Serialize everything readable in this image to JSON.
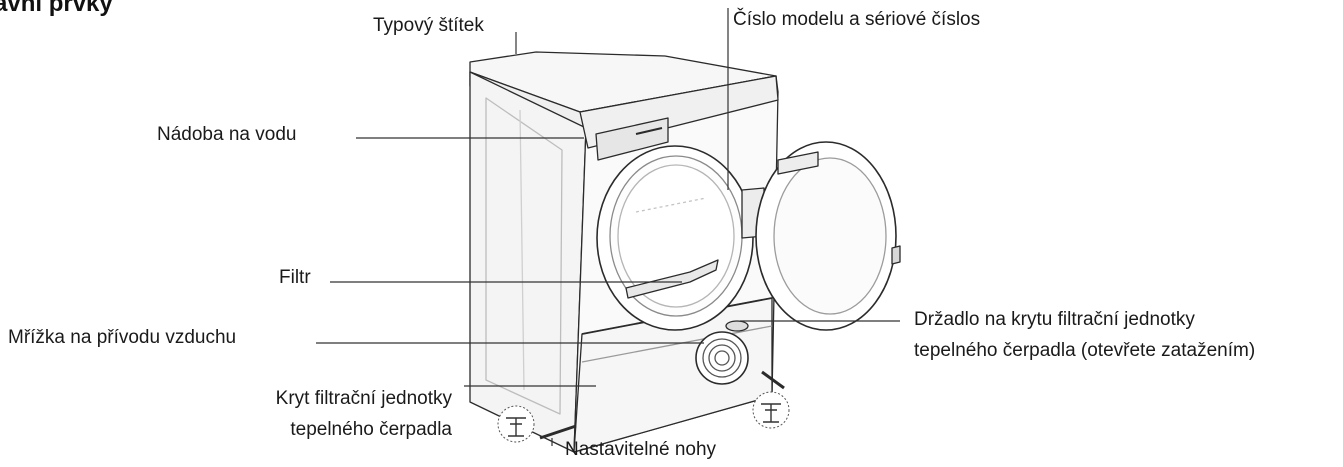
{
  "title": "avní prvky",
  "labels": {
    "rating_plate": "Typový štítek",
    "model_serial": "Číslo modelu a sériové číslos",
    "water_container": "Nádoba na vodu",
    "filter": "Filtr",
    "air_intake_grille": "Mřížka na přívodu vzduchu",
    "heat_pump_cover": [
      "Kryt filtrační jednotky",
      "tepelného čerpadla"
    ],
    "cover_handle": [
      "Držadlo na krytu filtrační jednotky",
      "tepelného čerpadla (otevřete zatažením)"
    ],
    "adjustable_feet": "Nastavitelné nohy"
  },
  "colors": {
    "text": "#1a1a1a",
    "line": "#333333",
    "drawing": "#2b2b2b"
  }
}
